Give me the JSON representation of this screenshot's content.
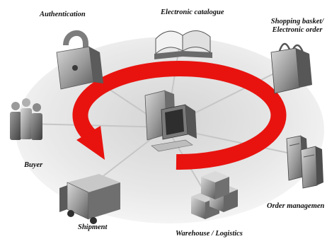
{
  "labels": {
    "authentication": "Authentication",
    "electronic_catalogue": "Electronic catalogue",
    "shopping_basket_line1": "Shopping basket/",
    "shopping_basket_line2": "Electronic order",
    "buyer": "Buyer",
    "shipment": "Shipment",
    "warehouse_logistics": "Warehouse / Logistics",
    "order_management": "Order managemen"
  },
  "colors": {
    "cycle_arrow": "#e8130f",
    "disc_fill": "#e6e6e6",
    "spokes": "#c9c9c9",
    "objects": "#8f8f8f"
  },
  "icons": [
    "padlock-icon",
    "open-book-icon",
    "shopping-bag-icon",
    "people-group-icon",
    "server-towers-icon",
    "delivery-truck-icon",
    "stacked-boxes-icon",
    "computer-workstation-icon"
  ]
}
